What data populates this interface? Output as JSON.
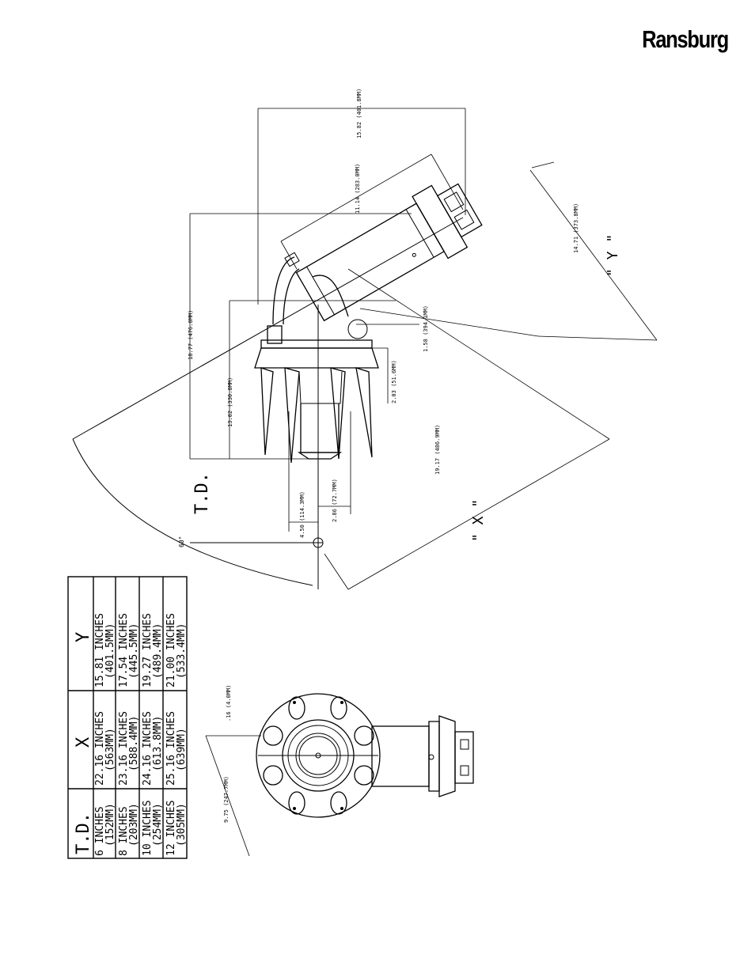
{
  "brand": "Ransburg",
  "drawing": {
    "dims": {
      "d1": "15.82 (401.8MM)",
      "d2": "11.14 (283.0MM)",
      "d3": "14.71 (373.8MM)",
      "d4": "18.77 (476.8MM)",
      "d5": "13.02 (330.8MM)",
      "d6": "19.17 (486.9MM)",
      "d7": "1.58 (394.1MM)",
      "d8": "2.03 (51.6MM)",
      "d9": "2.86 (72.7MM)",
      "d10": "4.50 (114.3MM)",
      "d11": ".16 (4.0MM)",
      "d12": "9.75 (247.7MM)"
    },
    "label_y": "\" Y \"",
    "label_x": "\" X \"",
    "label_td": "T.D.",
    "label_angle": "60°"
  },
  "table": {
    "headers": [
      "T.D.",
      "X",
      "Y"
    ],
    "rows": [
      {
        "td": "6 INCHES",
        "td_mm": "(152MM)",
        "x": "22.16 INCHES",
        "x_mm": "(563MM)",
        "y": "15.81 INCHES",
        "y_mm": "(401.5MM)"
      },
      {
        "td": "8 INCHES",
        "td_mm": "(203MM)",
        "x": "23.16 INCHES",
        "x_mm": "(588.4MM)",
        "y": "17.54 INCHES",
        "y_mm": "(445.5MM)"
      },
      {
        "td": "10 INCHES",
        "td_mm": "(254MM)",
        "x": "24.16 INCHES",
        "x_mm": "(613.8MM)",
        "y": "19.27 INCHES",
        "y_mm": "(489.4MM)"
      },
      {
        "td": "12 INCHES",
        "td_mm": "(305MM)",
        "x": "25.16 INCHES",
        "x_mm": "(639MM)",
        "y": "21.00 INCHES",
        "y_mm": "(533.4MM)"
      }
    ]
  }
}
